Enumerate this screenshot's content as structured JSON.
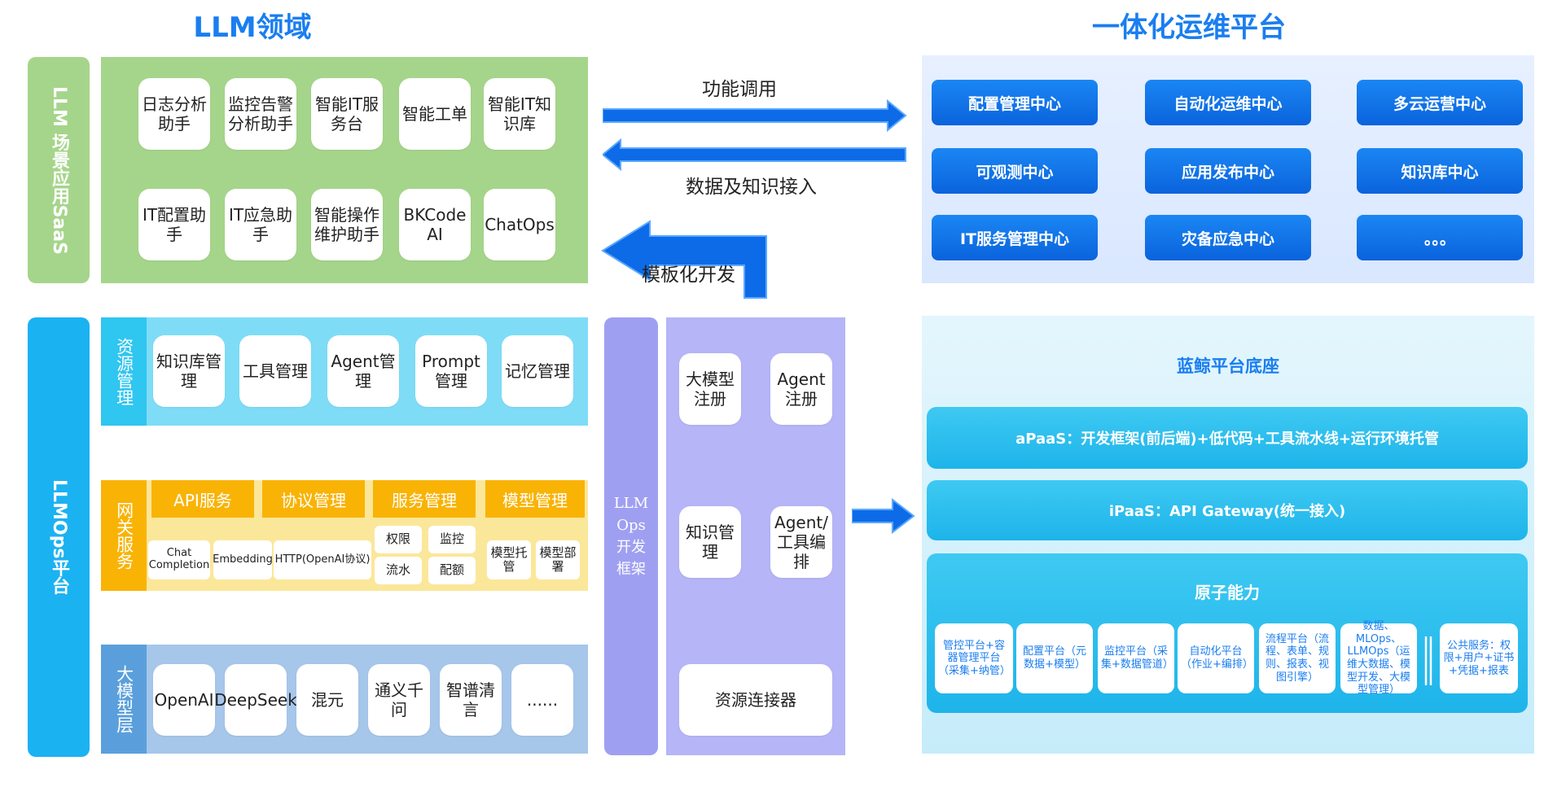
{
  "titles": {
    "left": "LLM领域",
    "right": "一体化运维平台"
  },
  "saas": {
    "side_label": "LLM 场景应用SaaS",
    "cards": [
      "日志分析助手",
      "监控告警分析助手",
      "智能IT服务台",
      "智能工单",
      "智能IT知识库",
      "IT配置助手",
      "IT应急助手",
      "智能操作维护助手",
      "BKCode AI",
      "ChatOps"
    ]
  },
  "arrows": {
    "call": "功能调用",
    "data": "数据及知识接入",
    "template": "模板化开发"
  },
  "ops_centers": [
    "配置管理中心",
    "自动化运维中心",
    "多云运营中心",
    "可观测中心",
    "应用发布中心",
    "知识库中心",
    "IT服务管理中心",
    "灾备应急中心",
    "。。。"
  ],
  "llmops": {
    "side_label": "LLMOps平台",
    "resource": {
      "label": "资源管理",
      "cards": [
        "知识库管理",
        "工具管理",
        "Agent管理",
        "Prompt管理",
        "记忆管理"
      ]
    },
    "gateway": {
      "label": "网关服务",
      "headers": [
        "API服务",
        "协议管理",
        "服务管理",
        "模型管理"
      ],
      "api": [
        "Chat Completion",
        "Embedding",
        "HTTP(OpenAI协议)"
      ],
      "svc": [
        "权限",
        "监控",
        "流水",
        "配额"
      ],
      "model": [
        "模型托管",
        "模型部署"
      ]
    },
    "models": {
      "label": "大模型层",
      "cards": [
        "OpenAI",
        "DeepSeek",
        "混元",
        "通义千问",
        "智谱清言",
        "......"
      ]
    }
  },
  "framework": {
    "label": "LLMOps开发框架",
    "cards": [
      "大模型注册",
      "Agent注册",
      "知识管理",
      "Agent/工具编排",
      "资源连接器"
    ]
  },
  "base": {
    "title": "蓝鲸平台底座",
    "apaas": "aPaaS：开发框架(前后端)+低代码+工具流水线+运行环境托管",
    "ipaas": "iPaaS：API Gateway(统一接入)",
    "atomic_title": "原子能力",
    "atoms": [
      "管控平台+容器管理平台（采集+纳管）",
      "配置平台（元数据+模型）",
      "监控平台（采集+数据管道）",
      "自动化平台（作业+编排）",
      "流程平台（流程、表单、规则、报表、视图引擎）",
      "数据、MLOps、LLMOps（运维大数据、模型开发、大模型管理）",
      "公共服务：权限+用户+证书+凭据+报表"
    ]
  },
  "colors": {
    "blue": "#1a7ef0",
    "green": "#a5d58a",
    "orange": "#f9b305",
    "cyan": "#2fc6f0",
    "purple": "#a6a6f5"
  }
}
